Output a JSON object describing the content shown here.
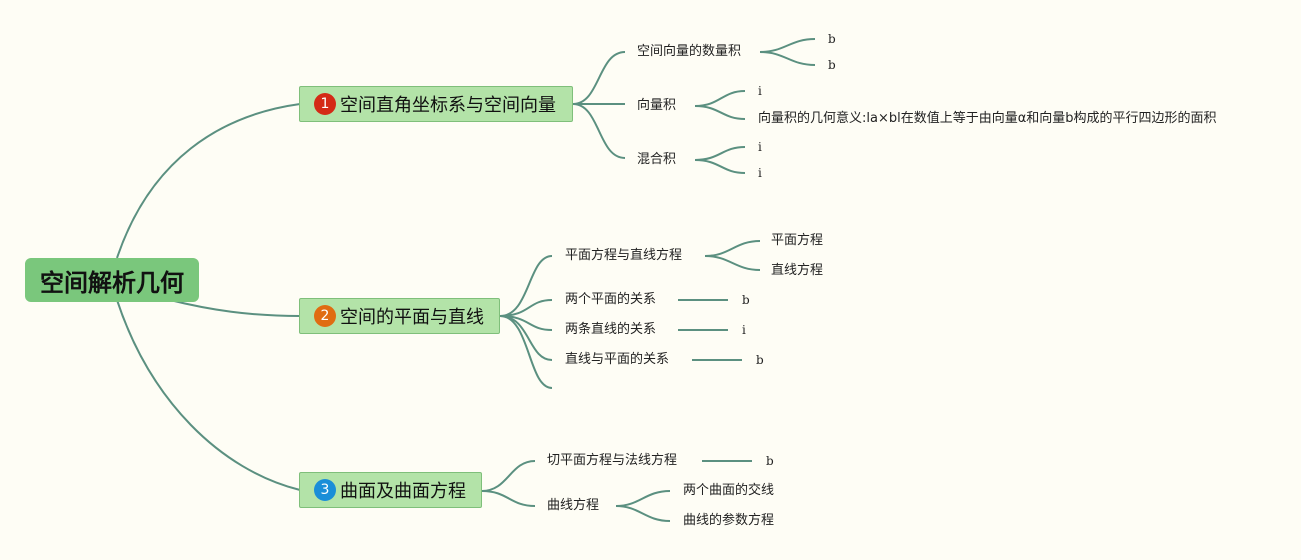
{
  "root": "空间解析几何",
  "colors": {
    "line": "#5b9080",
    "root_bg": "#7ac77c",
    "branch_bg": "#b3e3a8",
    "background": "#fefdf5"
  },
  "branches": [
    {
      "number": "1",
      "number_color": "#d42a16",
      "title": "空间直角坐标系与空间向量",
      "children": [
        {
          "label": "空间向量的数量积",
          "leaves": [
            "b",
            "b"
          ]
        },
        {
          "label": "向量积",
          "leaves": [
            "i",
            "向量积的几何意义:la×bl在数值上等于由向量α和向量b构成的平行四边形的面积"
          ]
        },
        {
          "label": "混合积",
          "leaves": [
            "i",
            "i"
          ]
        }
      ]
    },
    {
      "number": "2",
      "number_color": "#e06c12",
      "title": "空间的平面与直线",
      "children": [
        {
          "label": "平面方程与直线方程",
          "leaves": [
            "平面方程",
            "直线方程"
          ]
        },
        {
          "label": "两个平面的关系",
          "leaves": [
            "b"
          ]
        },
        {
          "label": "两条直线的关系",
          "leaves": [
            "i"
          ]
        },
        {
          "label": "直线与平面的关系",
          "leaves": [
            "b"
          ]
        },
        {
          "label": "",
          "leaves": []
        }
      ]
    },
    {
      "number": "3",
      "number_color": "#1a8ed8",
      "title": "曲面及曲面方程",
      "children": [
        {
          "label": "切平面方程与法线方程",
          "leaves": [
            "b"
          ]
        },
        {
          "label": "曲线方程",
          "leaves": [
            "两个曲面的交线",
            "曲线的参数方程"
          ]
        }
      ]
    }
  ]
}
